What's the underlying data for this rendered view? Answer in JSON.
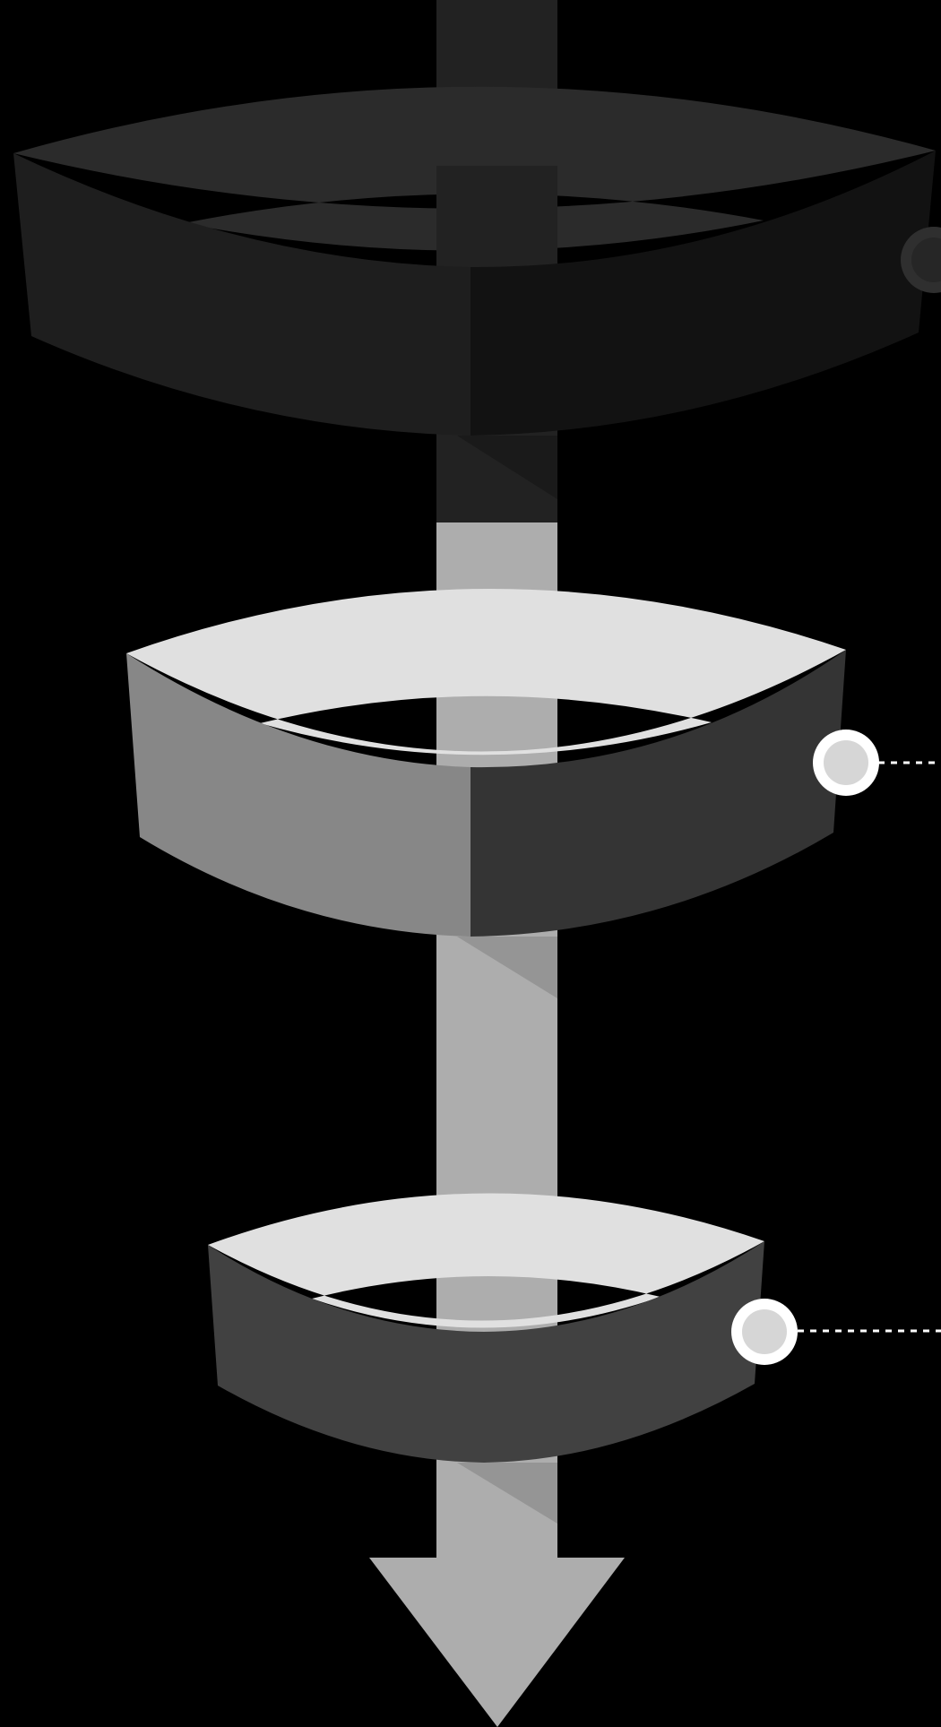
{
  "diagram": {
    "type": "funnel-rings-with-arrow",
    "background": "#000000",
    "arrow": {
      "direction": "down",
      "colors": {
        "dim_shaft": "#222222",
        "lit_shaft": "#adadad",
        "head": "#adadad",
        "shadow": "#959595"
      }
    },
    "rings": [
      {
        "name": "ring-1",
        "state": "dim",
        "colors": {
          "top": "#2b2b2b",
          "front_left": "#1e1e1e",
          "front_right": "#121212"
        },
        "marker": {
          "ring": "#2f2f2f",
          "fill": "#262626",
          "connector": false
        }
      },
      {
        "name": "ring-2",
        "state": "highlighted",
        "colors": {
          "top": "#e0e0e0",
          "front_left": "#878787",
          "front_right": "#343434"
        },
        "marker": {
          "ring": "#ffffff",
          "fill": "#d6d6d6",
          "connector": true
        }
      },
      {
        "name": "ring-3",
        "state": "highlighted",
        "colors": {
          "top": "#e0e0e0",
          "front_left": "#414141",
          "front_right": "#414141"
        },
        "marker": {
          "ring": "#ffffff",
          "fill": "#d6d6d6",
          "connector": true
        }
      }
    ]
  }
}
